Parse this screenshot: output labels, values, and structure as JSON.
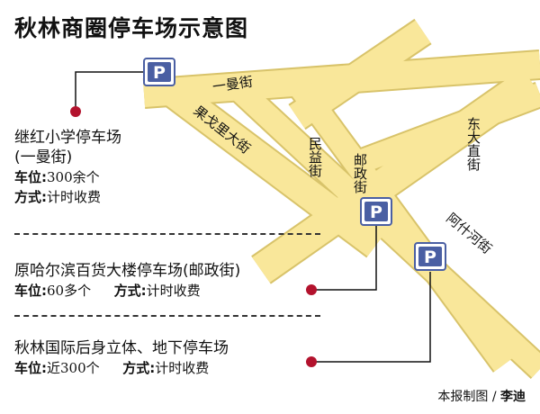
{
  "title": "秋林商圈停车场示意图",
  "parking_symbol": "P",
  "streets": {
    "yiman": "一曼街",
    "guogeli": "果戈里大街",
    "minyi": "民益街",
    "youzheng": "邮政街",
    "dongda": "东大直街",
    "ashihe": "阿什河街"
  },
  "lots": [
    {
      "name_line1": "继红小学停车场",
      "name_line2": "(一曼街)",
      "spaces_label": "车位:",
      "spaces_value": "300余个",
      "method_label": "方式:",
      "method_value": "计时收费"
    },
    {
      "name_line1": "原哈尔滨百货大楼停车场(邮政街)",
      "spaces_label": "车位:",
      "spaces_value": "60多个",
      "method_label": "方式:",
      "method_value": "计时收费"
    },
    {
      "name_line1": "秋林国际后身立体、地下停车场",
      "spaces_label": "车位:",
      "spaces_value": "近300个",
      "method_label": "方式:",
      "method_value": "计时收费"
    }
  ],
  "credit": {
    "prefix": "本报制图 / ",
    "author": "李迪"
  },
  "colors": {
    "road_fill": "#f9e79a",
    "road_edge": "#d8c36a",
    "marker": "#b3122d",
    "parking_sign": "#4a5fa3"
  }
}
